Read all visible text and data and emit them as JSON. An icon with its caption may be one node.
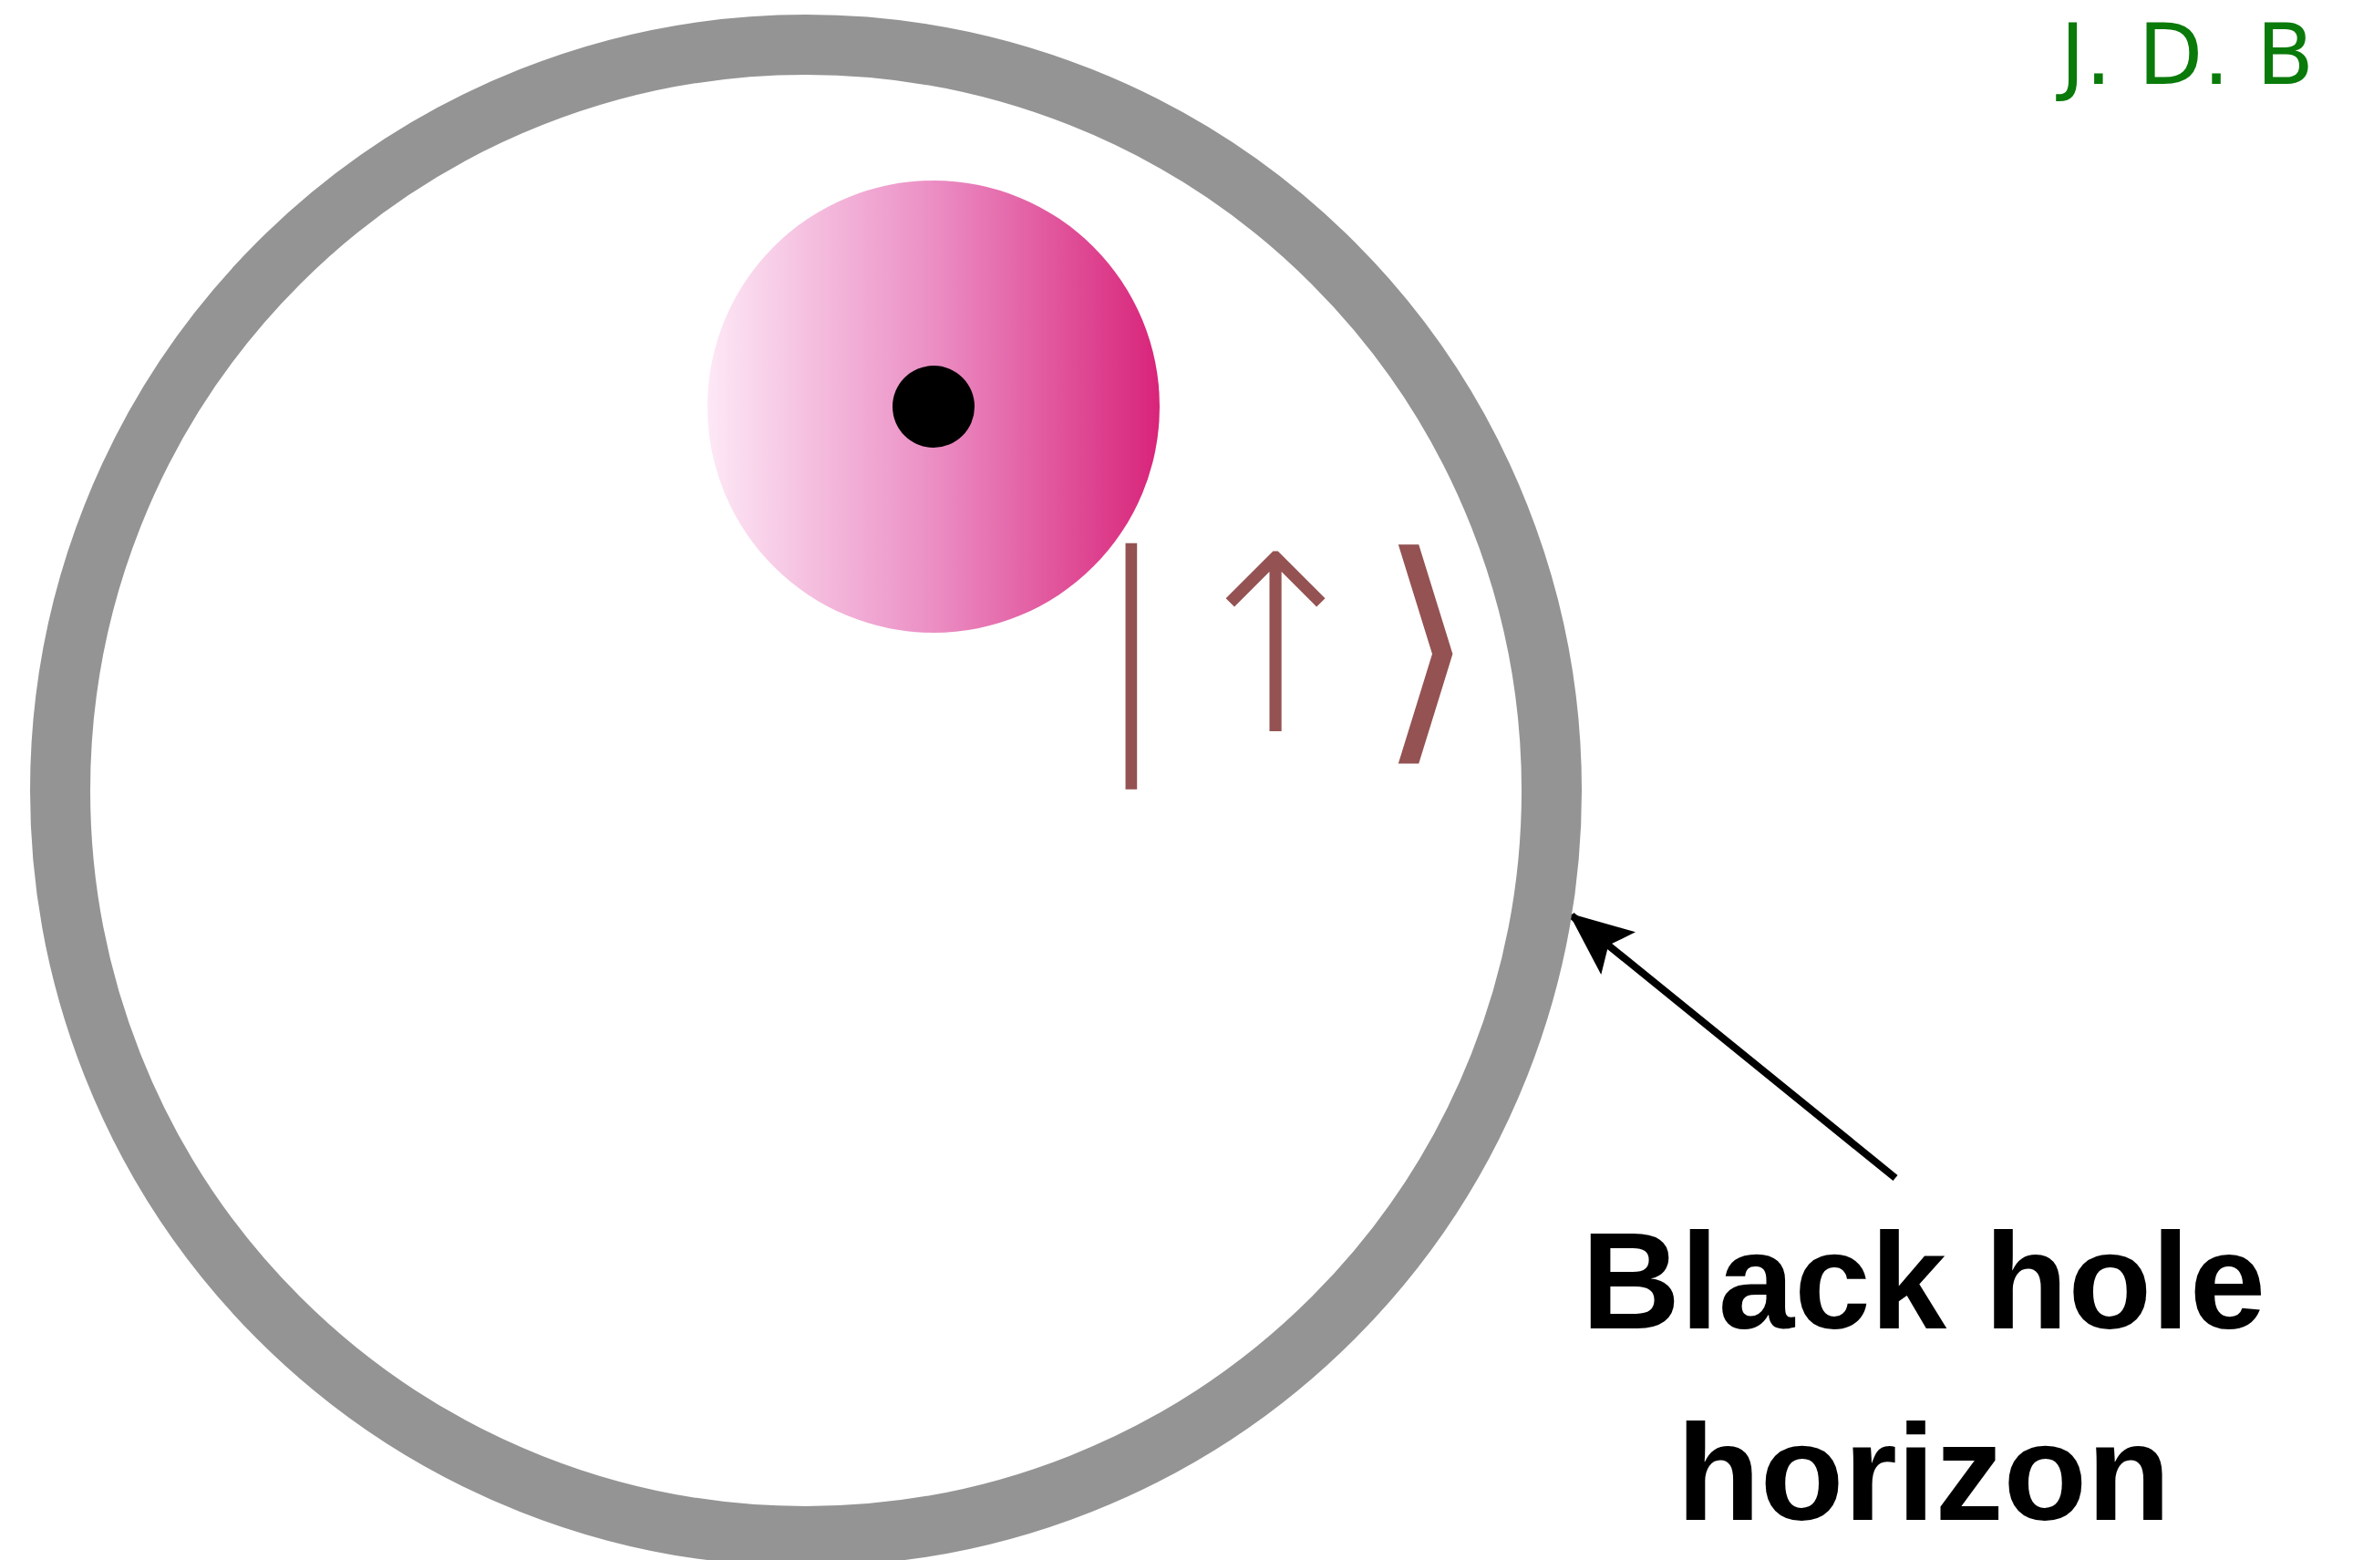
{
  "diagram": {
    "nodes": [
      {
        "text": [],
        "shape": "circle"
      },
      {
        "text": [],
        "shape": "circle",
        "in": 0
      },
      {
        "text": [],
        "shape": "circle",
        "in": 1
      },
      {
        "text": [
          "Black hole horizon"
        ]
      }
    ],
    "edges": [
      {
        "from": 3,
        "to": 0,
        "arrow": "to"
      }
    ],
    "labels": [
      "J. D. B",
      "|↑⟩"
    ]
  }
}
